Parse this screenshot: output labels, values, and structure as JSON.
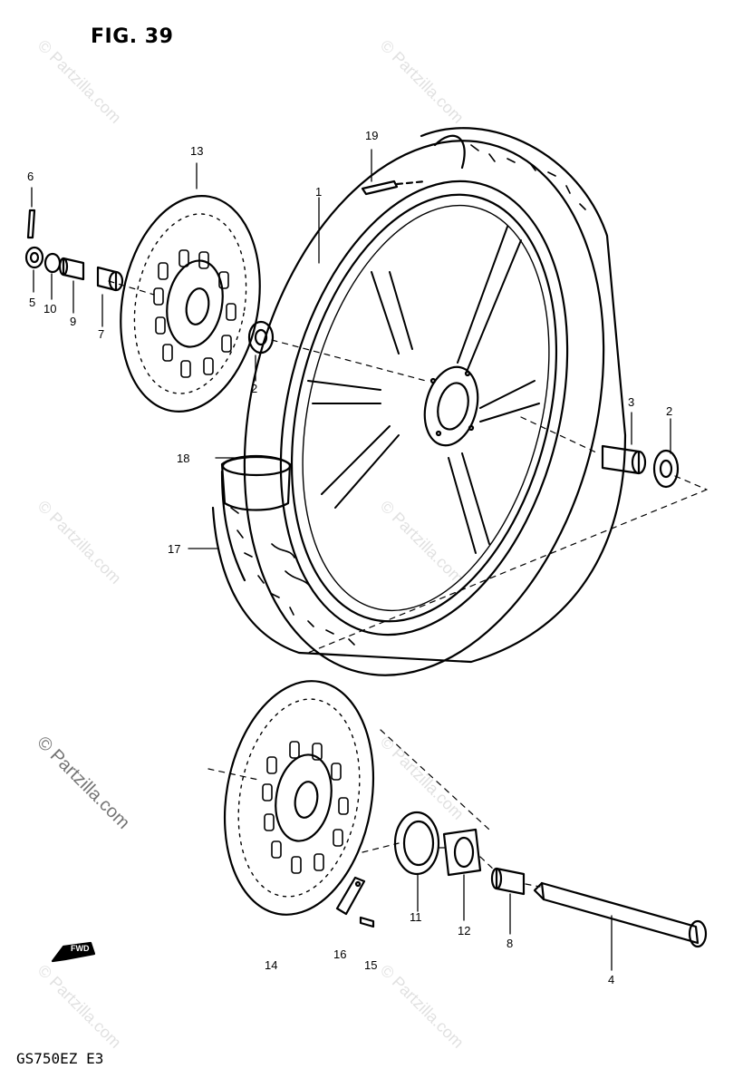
{
  "figure": {
    "title": "FIG. 39",
    "model_code": "GS750EZ  E3",
    "watermark": "© Partzilla.com",
    "forward_marker": "FWD"
  },
  "callouts": [
    {
      "id": "c1",
      "text": "1"
    },
    {
      "id": "c2a",
      "text": "2"
    },
    {
      "id": "c2b",
      "text": "2"
    },
    {
      "id": "c3",
      "text": "3"
    },
    {
      "id": "c4",
      "text": "4"
    },
    {
      "id": "c5",
      "text": "5"
    },
    {
      "id": "c6",
      "text": "6"
    },
    {
      "id": "c7",
      "text": "7"
    },
    {
      "id": "c8",
      "text": "8"
    },
    {
      "id": "c9",
      "text": "9"
    },
    {
      "id": "c10",
      "text": "10"
    },
    {
      "id": "c11",
      "text": "11"
    },
    {
      "id": "c12",
      "text": "12"
    },
    {
      "id": "c13",
      "text": "13"
    },
    {
      "id": "c14",
      "text": "14"
    },
    {
      "id": "c15",
      "text": "15"
    },
    {
      "id": "c16",
      "text": "16"
    },
    {
      "id": "c17",
      "text": "17"
    },
    {
      "id": "c18",
      "text": "18"
    },
    {
      "id": "c19",
      "text": "19"
    }
  ]
}
